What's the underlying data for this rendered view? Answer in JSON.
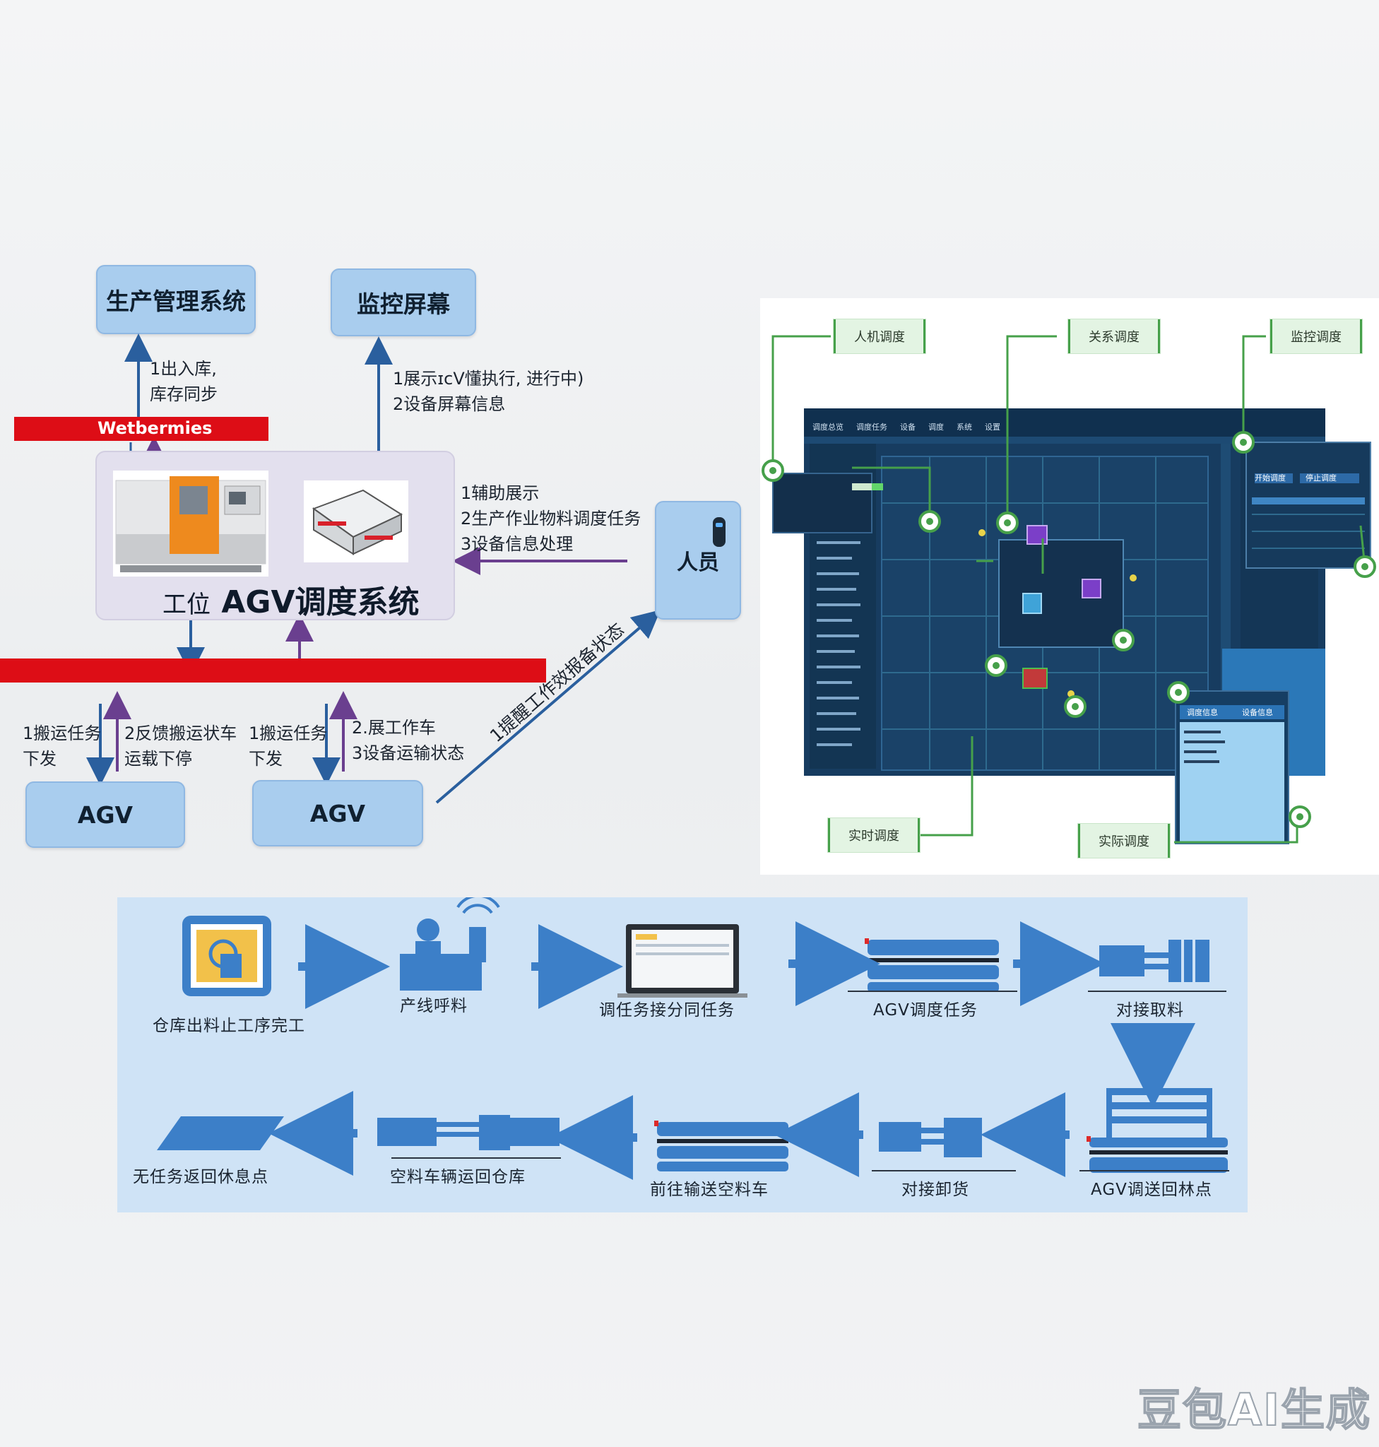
{
  "top_boxes": {
    "production_system": "生产管理系统",
    "monitor_screen": "监控屏幕"
  },
  "arrow_labels": {
    "to_production": [
      "1出入库,",
      "库存同步"
    ],
    "to_monitor": [
      "1展示ɪcV懂执行, 进行中)",
      "2设备屏幕信息"
    ],
    "from_person": [
      "1辅助展示",
      "2生产作业物料调度任务",
      "3设备信息处理"
    ],
    "agv_left": [
      "1搬运任务",
      "下发"
    ],
    "agv_left_up": [
      "2反馈搬运状车",
      "运载下停"
    ],
    "agv_right": [
      "1搬运任务",
      "下发"
    ],
    "agv_right_up": [
      "2.展工作车",
      "3设备运输状态"
    ],
    "diagonal": "1提醒工作效报备状态"
  },
  "webservice_label": "Wetbermies",
  "agv_system_title_prefix": "工位",
  "agv_system_title": "AGV调度系统",
  "person_box": "人员",
  "agv_boxes": [
    "AGV",
    "AGV"
  ],
  "screen_labels": [
    "人机调度",
    "关系调度",
    "监控调度",
    "实时调度",
    "实际调度"
  ],
  "screen_ui": {
    "menu": [
      "调度总览",
      "调度任务",
      "设备",
      "调度",
      "系统",
      "设置"
    ],
    "popup_buttons": [
      "开始调度",
      "停止调度"
    ],
    "popup2_tabs": [
      "调度信息",
      "设备信息"
    ]
  },
  "flow_steps_row1": [
    "仓库出料止工序完工",
    "产线呼料",
    "调任务接分同任务",
    "AGV调度任务",
    "对接取料"
  ],
  "flow_steps_row2": [
    "无任务返回休息点",
    "空料车辆运回仓库",
    "前往输送空料车",
    "对接卸货",
    "AGV调送回林点"
  ],
  "watermark": "豆包AI生成",
  "colors": {
    "box_fill": "#a9cdee",
    "red_bar": "#dd0d16",
    "arrow_blue": "#2a5f9e",
    "arrow_purple": "#6a3f8f",
    "screen_bg": "#173c60",
    "green": "#46a04a",
    "flow_blue": "#3c7fc8"
  }
}
